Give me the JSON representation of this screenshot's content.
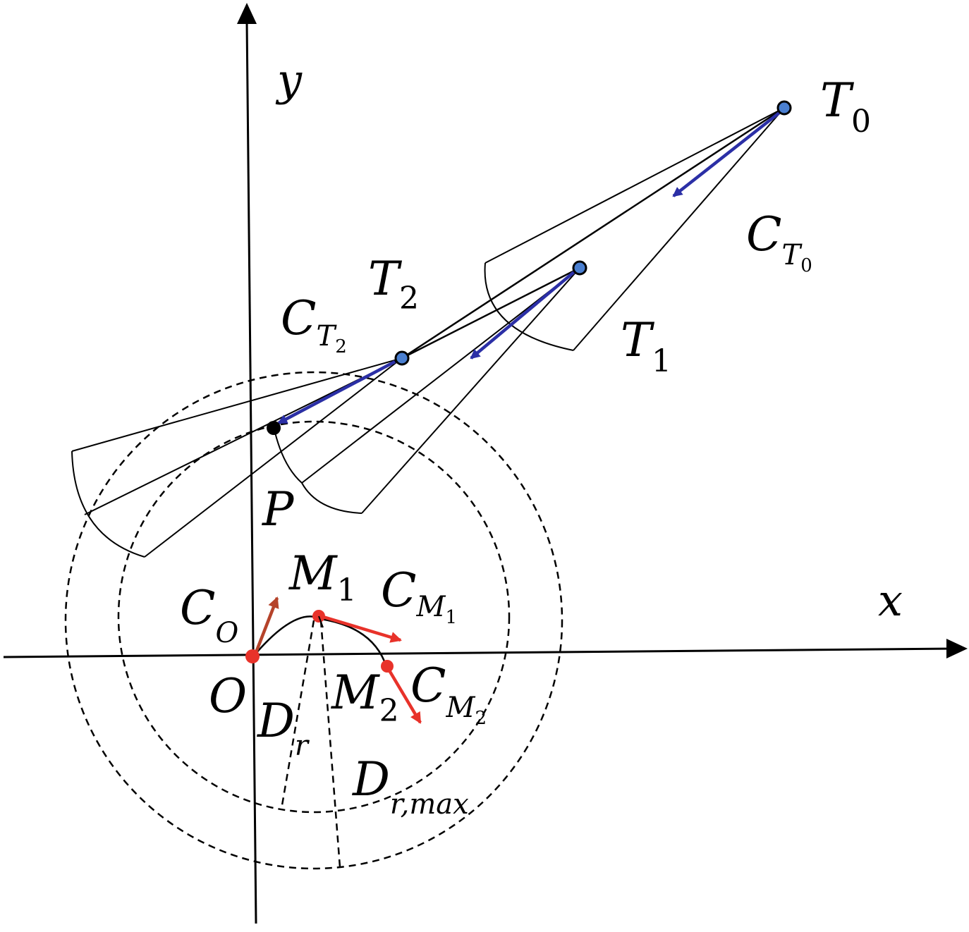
{
  "labels": {
    "axis_x": "x",
    "axis_y": "y",
    "T0": {
      "main": "T",
      "sub": "0"
    },
    "T1": {
      "main": "T",
      "sub": "1"
    },
    "T2": {
      "main": "T",
      "sub": "2"
    },
    "CT0": {
      "main": "C",
      "sub": "T",
      "subsub": "0"
    },
    "CT2": {
      "main": "C",
      "sub": "T",
      "subsub": "2"
    },
    "P": "P",
    "O": "O",
    "CO": {
      "main": "C",
      "sub": "O"
    },
    "M1": {
      "main": "M",
      "sub": "1"
    },
    "M2": {
      "main": "M",
      "sub": "2"
    },
    "CM1": {
      "main": "C",
      "sub": "M",
      "subsub": "1"
    },
    "CM2": {
      "main": "C",
      "sub": "M",
      "subsub": "2"
    },
    "Dr": {
      "main": "D",
      "sub": "r"
    },
    "Drmax": {
      "main": "D",
      "sub": "r,max"
    }
  },
  "colors": {
    "axis": "#000000",
    "line": "#000000",
    "trajectory_arrow": "#2b2fa6",
    "target_dot": "#4a7fd0",
    "robot_dot": "#e8322a",
    "robot_arrow": "#e8322a",
    "robot_heading_arrow": "#b5432a"
  }
}
